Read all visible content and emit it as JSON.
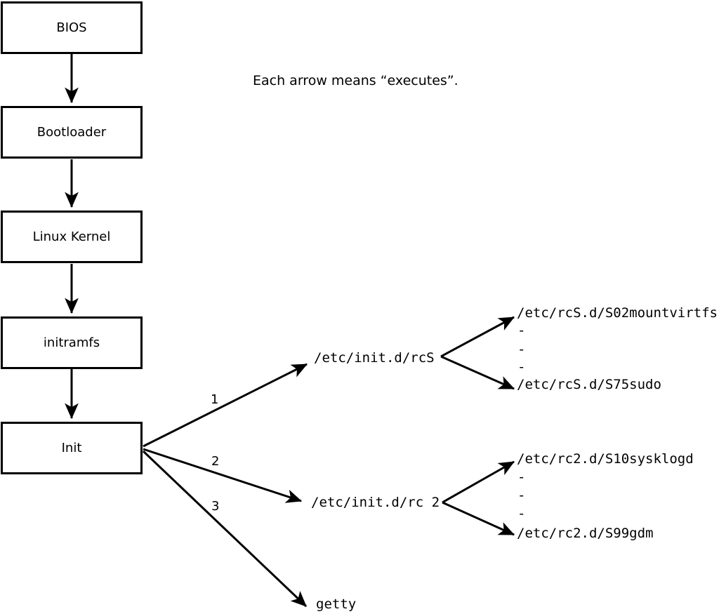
{
  "caption": "Each arrow means “executes”.",
  "flow_boxes": [
    {
      "label": "BIOS"
    },
    {
      "label": "Bootloader"
    },
    {
      "label": "Linux Kernel"
    },
    {
      "label": "initramfs"
    },
    {
      "label": "Init"
    }
  ],
  "branch_labels": {
    "one": "1",
    "two": "2",
    "three": "3"
  },
  "targets": {
    "rcS": "/etc/init.d/rcS",
    "rc2": "/etc/init.d/rc 2",
    "getty": "getty"
  },
  "rcS_scripts": {
    "first": "/etc/rcS.d/S02mountvirtfs",
    "dots": [
      "-",
      "-",
      "-"
    ],
    "last": "/etc/rcS.d/S75sudo"
  },
  "rc2_scripts": {
    "first": "/etc/rc2.d/S10sysklogd",
    "dots": [
      "-",
      "-",
      "-"
    ],
    "last": "/etc/rc2.d/S99gdm"
  },
  "colors": {
    "line": "#000000",
    "background": "#ffffff"
  }
}
